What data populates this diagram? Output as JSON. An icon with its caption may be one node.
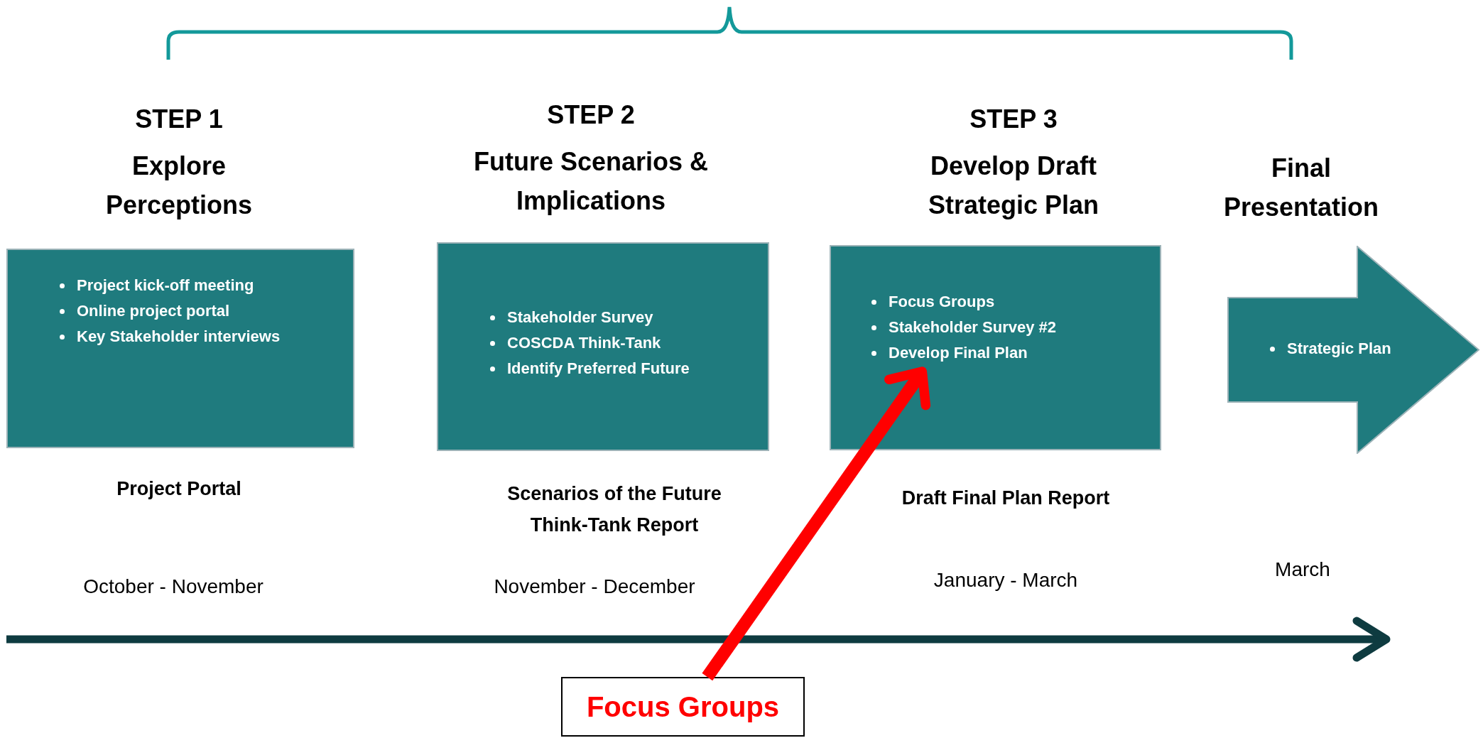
{
  "diagram": {
    "nodes": [
      {
        "text": [
          "STEP 1",
          "Explore Perceptions",
          "Project kick-off meeting",
          "Online project portal",
          "Key Stakeholder interviews"
        ],
        "beside": [
          "Project Portal",
          "October - November"
        ]
      },
      {
        "text": [
          "STEP 2",
          "Future Scenarios & Implications",
          "Stakeholder Survey",
          "COSCDA Think-Tank",
          "Identify Preferred Future"
        ],
        "beside": [
          "Scenarios of the Future Think-Tank Report",
          "November - December"
        ]
      },
      {
        "text": [
          "STEP 3",
          "Develop Draft Strategic Plan",
          "Focus Groups",
          "Stakeholder Survey #2",
          "Develop Final Plan"
        ],
        "beside": [
          "Draft Final Plan Report",
          "January - March"
        ]
      },
      {
        "text": [
          "Final Presentation",
          "Strategic Plan"
        ]
      },
      {
        "text": [
          "Focus Groups"
        ]
      }
    ],
    "edges": [
      {
        "from": 4,
        "to": 2,
        "arrow": "to",
        "color": "#ff0000"
      }
    ],
    "labels": [
      "March"
    ]
  }
}
